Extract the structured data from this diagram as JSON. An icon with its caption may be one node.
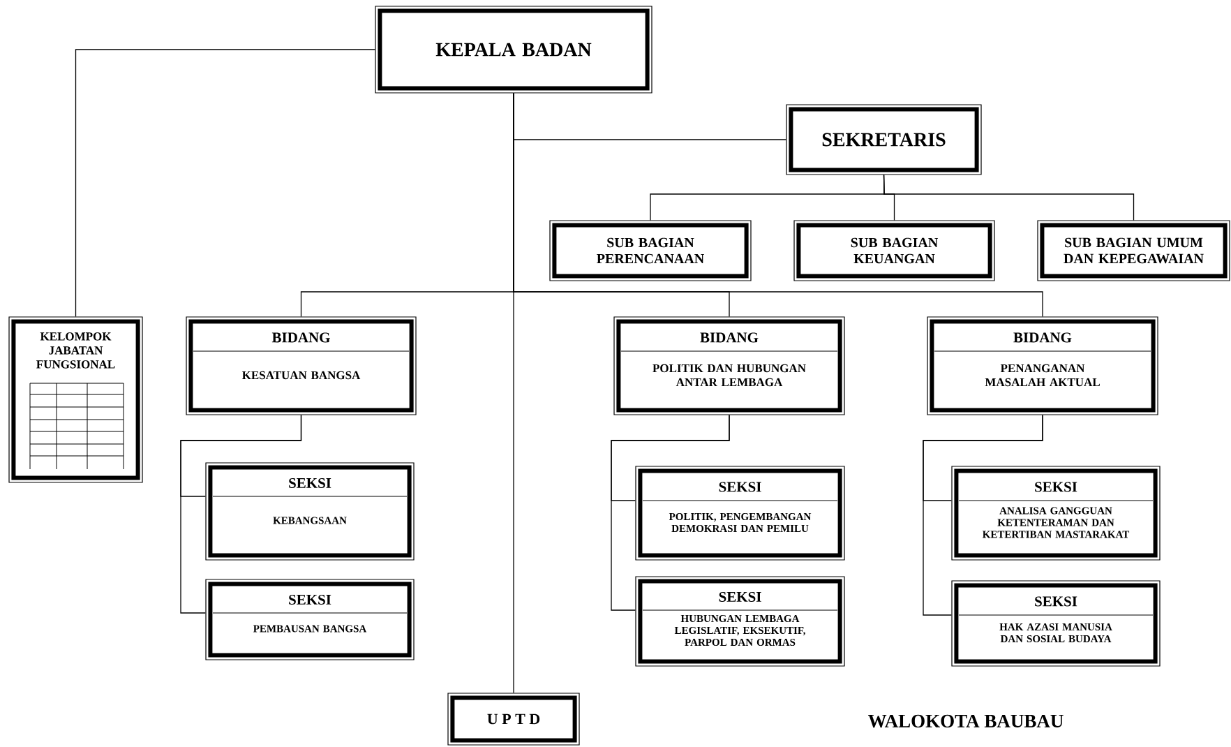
{
  "diagram": {
    "nodes": [
      {
        "text": [
          "KEPALA BADAN"
        ]
      },
      {
        "text": [
          "SEKRETARIS"
        ]
      },
      {
        "text": [
          "SUB BAGIAN PERENCANAAN"
        ]
      },
      {
        "text": [
          "SUB BAGIAN KEUANGAN"
        ]
      },
      {
        "text": [
          "SUB BAGIAN UMUM DAN KEPEGAWAIAN"
        ]
      },
      {
        "text": [
          "KELOMPOK JABATAN FUNGSIONAL"
        ]
      },
      {
        "text": [
          "BIDANG",
          "KESATUAN BANGSA"
        ]
      },
      {
        "text": [
          "BIDANG",
          "POLITIK DAN HUBUNGAN ANTAR LEMBAGA"
        ]
      },
      {
        "text": [
          "BIDANG",
          "PENANGANAN MASALAH AKTUAL"
        ]
      },
      {
        "text": [
          "SEKSI",
          "KEBANGSAAN"
        ]
      },
      {
        "text": [
          "SEKSI",
          "PEMBAUSAN BANGSA"
        ]
      },
      {
        "text": [
          "SEKSI",
          "POLITIK, PENGEMBANGAN DEMOKRASI DAN PEMILU"
        ]
      },
      {
        "text": [
          "SEKSI",
          "HUBUNGAN LEMBAGA LEGISLATIF, EKSEKUTIF, PARPOL DAN ORMAS"
        ]
      },
      {
        "text": [
          "SEKSI",
          "ANALISA GANGGUAN KETENTERAMAN DAN KETERTIBAN MASTARAKAT"
        ]
      },
      {
        "text": [
          "SEKSI",
          "HAK AZASI MANUSIA DAN SOSIAL BUDAYA"
        ]
      },
      {
        "text": [
          "U P T D"
        ]
      }
    ],
    "edges": [
      {
        "from": 0,
        "to": 5,
        "arrow": "none"
      },
      {
        "from": 0,
        "to": 1,
        "arrow": "none"
      },
      {
        "from": 1,
        "to": 2,
        "arrow": "none"
      },
      {
        "from": 1,
        "to": 3,
        "arrow": "none"
      },
      {
        "from": 1,
        "to": 4,
        "arrow": "none"
      },
      {
        "from": 0,
        "to": 6,
        "arrow": "none"
      },
      {
        "from": 0,
        "to": 7,
        "arrow": "none"
      },
      {
        "from": 0,
        "to": 8,
        "arrow": "none"
      },
      {
        "from": 0,
        "to": 15,
        "arrow": "none"
      },
      {
        "from": 6,
        "to": 9,
        "arrow": "none"
      },
      {
        "from": 6,
        "to": 10,
        "arrow": "none"
      },
      {
        "from": 7,
        "to": 11,
        "arrow": "none"
      },
      {
        "from": 7,
        "to": 12,
        "arrow": "none"
      },
      {
        "from": 8,
        "to": 13,
        "arrow": "none"
      },
      {
        "from": 8,
        "to": 14,
        "arrow": "none"
      }
    ],
    "labels": [
      "WALOKOTA BAUBAU"
    ]
  }
}
